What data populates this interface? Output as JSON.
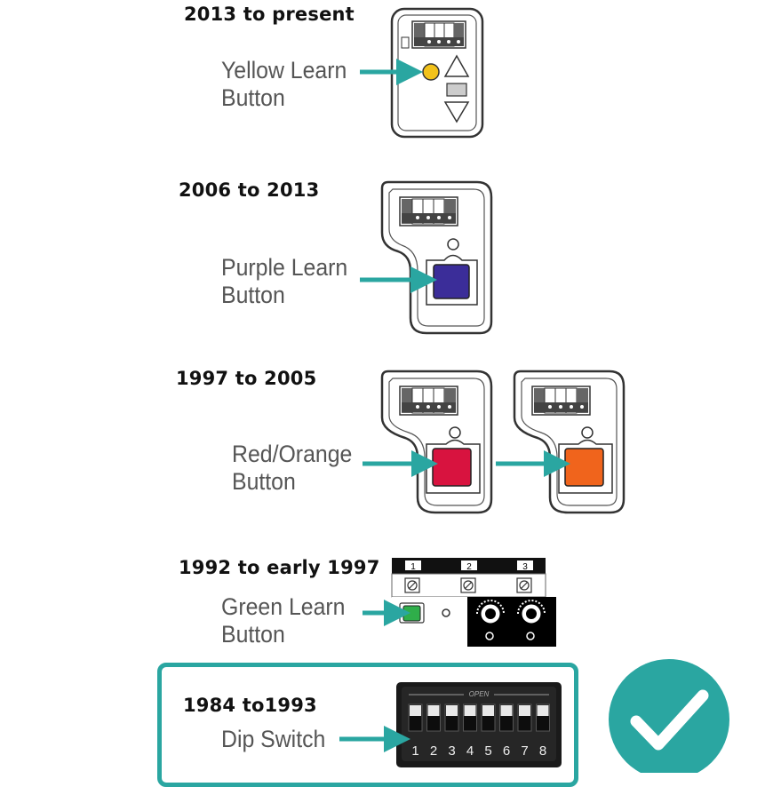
{
  "sections": [
    {
      "year_range": "2013 to present",
      "label_line1": "Yellow Learn",
      "label_line2": "Button",
      "button_color": "#f2c21b"
    },
    {
      "year_range": "2006 to 2013",
      "label_line1": "Purple Learn",
      "label_line2": "Button",
      "button_color": "#3b2d99"
    },
    {
      "year_range": "1997 to 2005",
      "label_line1": "Red/Orange",
      "label_line2": "Button",
      "button_color": "#d8133f",
      "button_color_alt": "#f0641c"
    },
    {
      "year_range": "1992 to early 1997",
      "label_line1": "Green Learn",
      "label_line2": "Button",
      "button_color": "#2fae4a",
      "dial_numbers": [
        "1",
        "2",
        "3"
      ]
    },
    {
      "year_range": "1984 to1993",
      "label_line1": "Dip Switch",
      "dip_header": "OPEN",
      "dip_numbers": [
        "1",
        "2",
        "3",
        "4",
        "5",
        "6",
        "7",
        "8"
      ]
    }
  ],
  "colors": {
    "teal": "#2aa6a1",
    "checkmark_bg": "#2aa6a1",
    "checkmark": "#ffffff"
  },
  "icons": [
    "arrow-right-icon",
    "checkmark-icon",
    "triangle-up-icon",
    "triangle-down-icon",
    "dip-switch-icon"
  ]
}
